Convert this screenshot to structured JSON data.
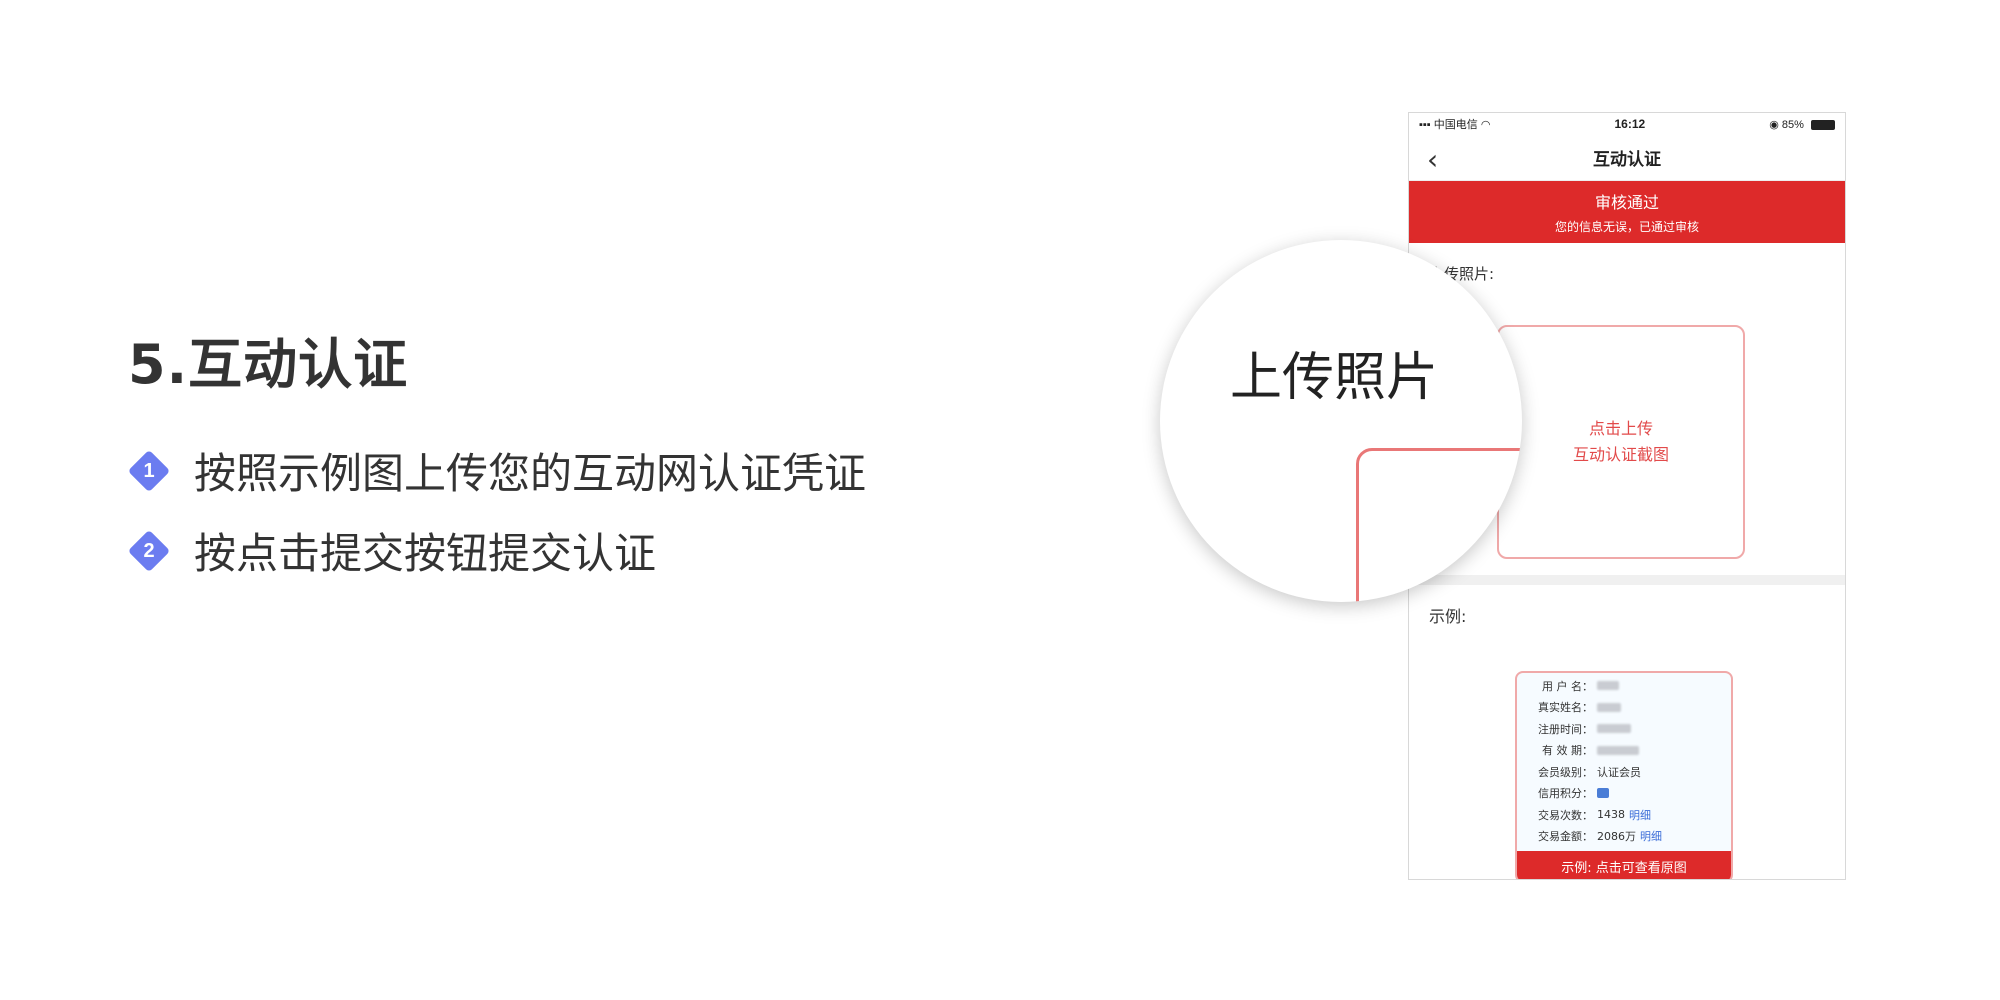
{
  "slide": {
    "title": "5.互动认证",
    "steps": [
      {
        "number": "1",
        "text": "按照示例图上传您的互动网认证凭证"
      },
      {
        "number": "2",
        "text": "按点击提交按钮提交认证"
      }
    ]
  },
  "phone": {
    "status": {
      "carrier": "中国电信",
      "time": "16:12",
      "battery": "85%"
    },
    "nav": {
      "title": "互动认证"
    },
    "banner": {
      "title": "审核通过",
      "subtitle": "您的信息无误，已通过审核"
    },
    "upload": {
      "label": "上传照片:",
      "line1": "点击上传",
      "line2": "互动认证截图"
    },
    "example": {
      "label": "示例:",
      "rows": [
        {
          "key": "用 户 名：",
          "value": ""
        },
        {
          "key": "真实姓名：",
          "value": ""
        },
        {
          "key": "注册时间：",
          "value": ""
        },
        {
          "key": "有 效 期：",
          "value": ""
        },
        {
          "key": "会员级别：",
          "value": "认证会员"
        },
        {
          "key": "信用积分：",
          "value": ""
        },
        {
          "key": "交易次数：",
          "value": "1438",
          "link": "明细"
        },
        {
          "key": "交易金额：",
          "value": "2086万",
          "link": "明细"
        }
      ],
      "footer": "示例: 点击可查看原图"
    }
  },
  "magnifier": {
    "text": "上传照片"
  },
  "colors": {
    "accent": "#dd2a2a",
    "bullet": "#6b7cf0"
  }
}
